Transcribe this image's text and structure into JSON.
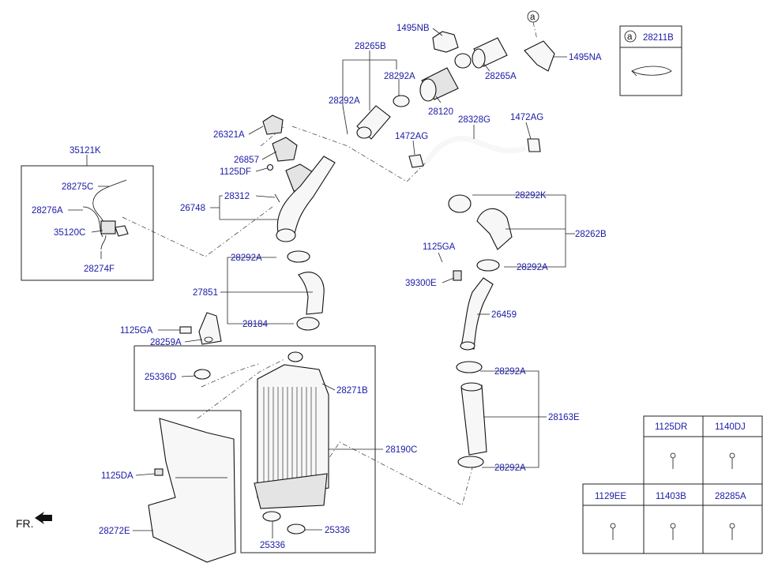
{
  "labels": {
    "l_1495NB": "1495NB",
    "l_28265B": "28265B",
    "l_28292A_top": "28292A",
    "l_28292A_left": "28292A",
    "l_28120": "28120",
    "l_28265A": "28265A",
    "l_1495NA": "1495NA",
    "l_28328G": "28328G",
    "l_1472AG_r": "1472AG",
    "l_1472AG_l": "1472AG",
    "l_26321A": "26321A",
    "l_26857": "26857",
    "l_1125DF": "1125DF",
    "l_28312": "28312",
    "l_26748": "26748",
    "l_35121K": "35121K",
    "l_28275C": "28275C",
    "l_28276A": "28276A",
    "l_35120C": "35120C",
    "l_28274F": "28274F",
    "l_28292K": "28292K",
    "l_28262B": "28262B",
    "l_1125GA_r": "1125GA",
    "l_28292A_r1": "28292A",
    "l_39300E": "39300E",
    "l_26459": "26459",
    "l_28292A_mid": "28292A",
    "l_27851": "27851",
    "l_28184": "28184",
    "l_1125GA_l": "1125GA",
    "l_28259A": "28259A",
    "l_25336D": "25336D",
    "l_28271B": "28271B",
    "l_28292A_r2": "28292A",
    "l_28163E": "28163E",
    "l_28190C": "28190C",
    "l_28292A_r3": "28292A",
    "l_1125DA": "1125DA",
    "l_28272E": "28272E",
    "l_25336_a": "25336",
    "l_25336_b": "25336",
    "fr": "FR."
  },
  "callout": {
    "marker": "a",
    "part_no": "28211B",
    "ref_marker": "a"
  },
  "fastener_table": {
    "row1": [
      "1125DR",
      "1140DJ"
    ],
    "row2": [
      "1129EE",
      "11403B",
      "28285A"
    ]
  }
}
